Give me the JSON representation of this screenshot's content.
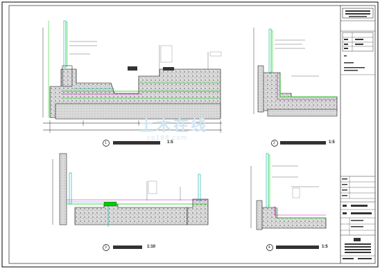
{
  "watermark": {
    "text": "土木在线",
    "url": "co188.com"
  },
  "details": [
    {
      "number": "1",
      "scale": "1:5"
    },
    {
      "number": "2",
      "scale": "1:5"
    },
    {
      "number": "3",
      "scale": "1:10"
    },
    {
      "number": "4",
      "scale": "1:5"
    }
  ],
  "colors": {
    "line": "#000000",
    "green": "#00cc00",
    "magenta": "#cc00cc",
    "cyan": "#00aaaa",
    "hatch": "#555555",
    "fill": "#e4e4e4"
  }
}
